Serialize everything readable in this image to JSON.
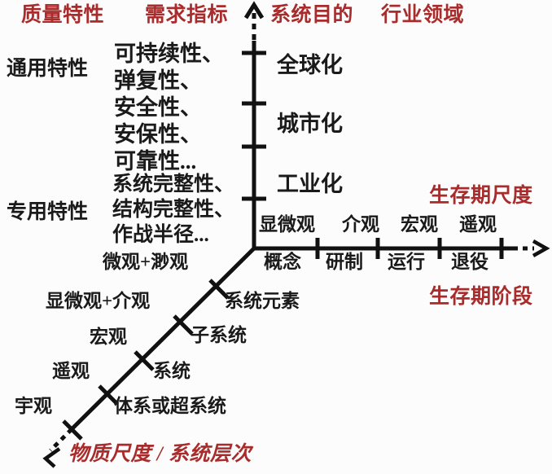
{
  "diagram": {
    "title_row": {
      "quality_characteristics": "质量特性",
      "requirement_indicators": "需求指标",
      "system_purpose": "系统目的",
      "industry_domain": "行业领域"
    },
    "axes": {
      "vertical": {
        "tick_labels": [
          "全球化",
          "城市化",
          "工业化"
        ],
        "tick_count": 4
      },
      "horizontal": {
        "scale_label": "生存期尺度",
        "stage_label": "生存期阶段",
        "above_labels": [
          "显微观",
          "介观",
          "宏观",
          "遥观"
        ],
        "below_labels": [
          "概念",
          "研制",
          "运行",
          "退役"
        ],
        "tick_count": 4
      },
      "diagonal": {
        "axis_label": "物质尺度 / 系统层次",
        "left_labels": [
          "微观+渺观",
          "显微观+介观",
          "宏观",
          "遥观",
          "宇观"
        ],
        "right_labels": [
          "系统元素",
          "子系统",
          "系统",
          "体系或超系统"
        ],
        "tick_count": 5
      }
    },
    "left_groups": [
      {
        "name": "通用特性",
        "items": [
          "可持续性、",
          "弹复性、",
          "安全性、",
          "安保性、",
          "可靠性..."
        ]
      },
      {
        "name": "专用特性",
        "items": [
          "系统完整性、",
          "结构完整性、",
          "作战半径..."
        ]
      }
    ],
    "colors": {
      "accent_red": "#a82c2c",
      "ink_black": "#1a1a1a",
      "background": "#fdfcfc"
    }
  }
}
